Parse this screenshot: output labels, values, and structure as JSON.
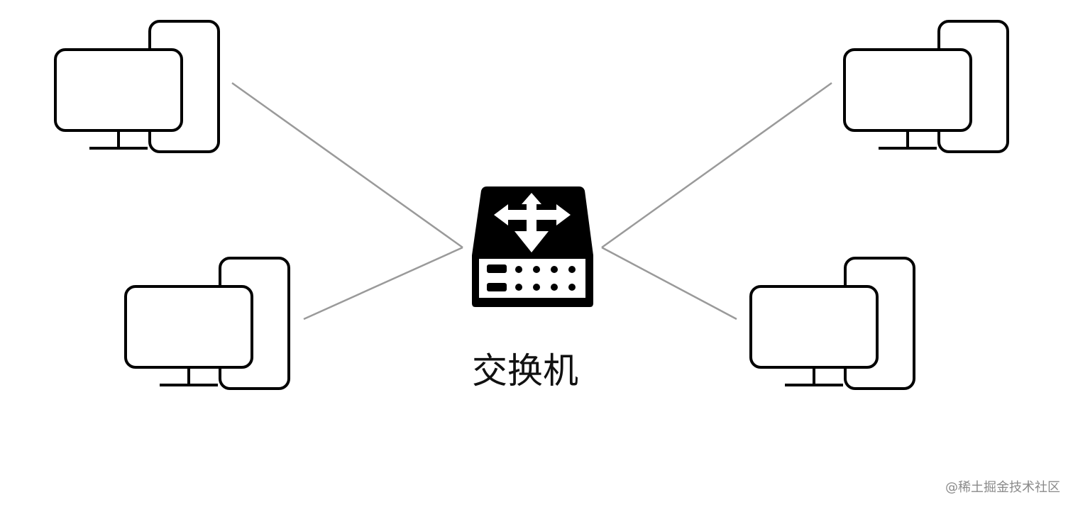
{
  "diagram": {
    "center_label": "交换机",
    "nodes": [
      {
        "name": "computer-top-left",
        "icon": "desktop-computer-icon"
      },
      {
        "name": "computer-bottom-left",
        "icon": "desktop-computer-icon"
      },
      {
        "name": "computer-top-right",
        "icon": "desktop-computer-icon"
      },
      {
        "name": "computer-bottom-right",
        "icon": "desktop-computer-icon"
      }
    ],
    "hub": {
      "name": "switch",
      "icon": "network-switch-icon"
    },
    "connections": [
      [
        "computer-top-left",
        "switch"
      ],
      [
        "computer-bottom-left",
        "switch"
      ],
      [
        "computer-top-right",
        "switch"
      ],
      [
        "computer-bottom-right",
        "switch"
      ]
    ]
  },
  "watermark": "@稀土掘金技术社区",
  "colors": {
    "line": "#9a9a9a",
    "icon_stroke": "#000000",
    "background": "#ffffff"
  }
}
